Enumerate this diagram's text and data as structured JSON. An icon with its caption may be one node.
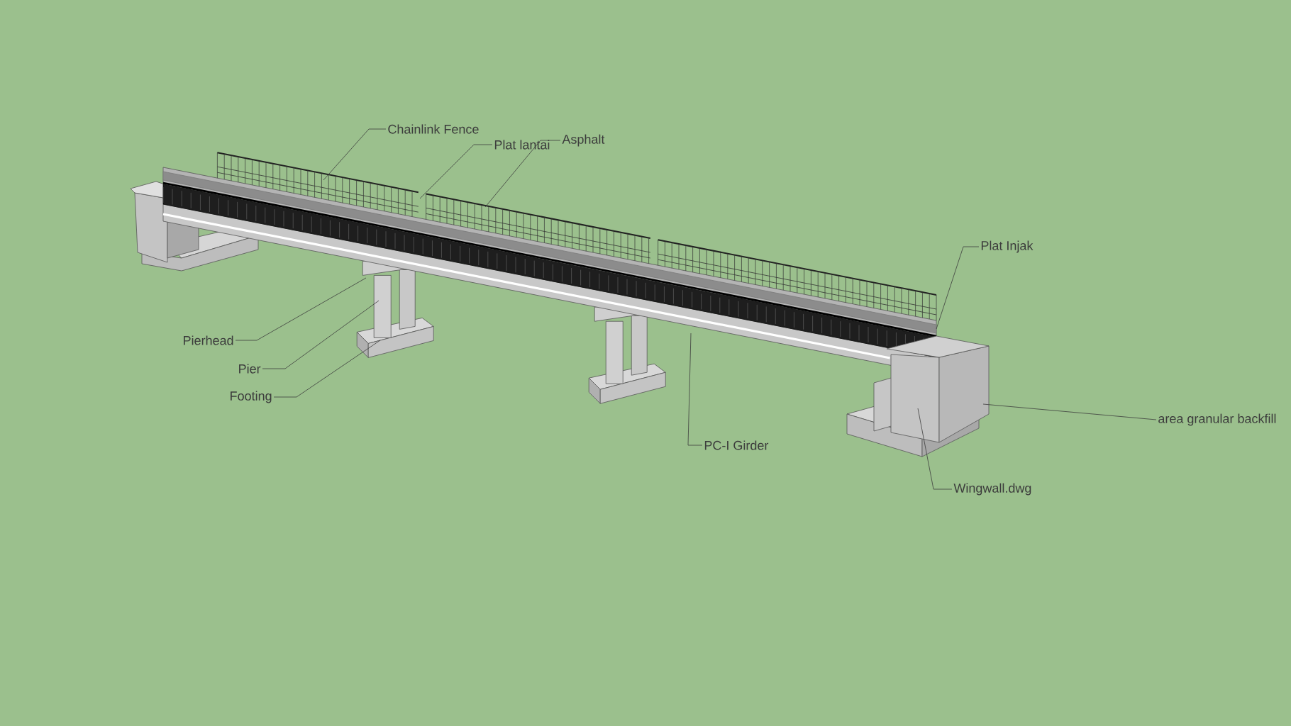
{
  "diagram": {
    "nodes": [
      {
        "text": [
          "Chainlink Fence"
        ]
      },
      {
        "text": [
          "Plat lantai"
        ]
      },
      {
        "text": [
          "Asphalt"
        ]
      },
      {
        "text": [
          "Plat Injak"
        ]
      },
      {
        "text": [
          "Pierhead"
        ]
      },
      {
        "text": [
          "Pier"
        ]
      },
      {
        "text": [
          "Footing"
        ]
      },
      {
        "text": [
          "area granular backfill"
        ]
      },
      {
        "text": [
          "PC-I Girder"
        ]
      },
      {
        "text": [
          "Wingwall.dwg"
        ]
      }
    ],
    "edges": [
      {
        "from": 0,
        "to": null,
        "arrow": "none"
      },
      {
        "from": 1,
        "to": null,
        "arrow": "none"
      },
      {
        "from": 2,
        "to": null,
        "arrow": "none"
      },
      {
        "from": 3,
        "to": null,
        "arrow": "none"
      },
      {
        "from": 4,
        "to": null,
        "arrow": "none"
      },
      {
        "from": 5,
        "to": null,
        "arrow": "none"
      },
      {
        "from": 6,
        "to": null,
        "arrow": "none"
      },
      {
        "from": 7,
        "to": null,
        "arrow": "none"
      },
      {
        "from": 8,
        "to": null,
        "arrow": "none"
      },
      {
        "from": 9,
        "to": null,
        "arrow": "none"
      }
    ]
  }
}
